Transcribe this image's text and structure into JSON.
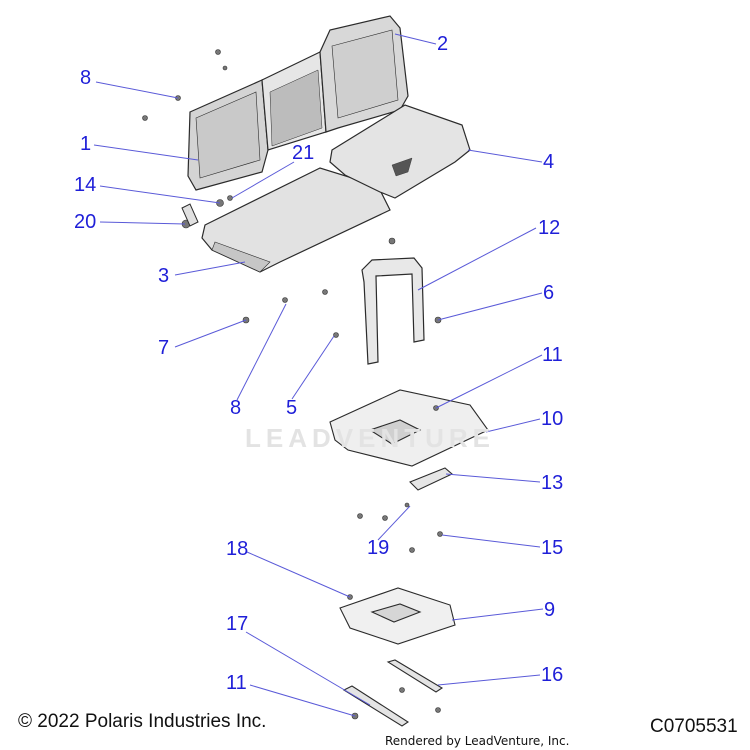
{
  "callouts": [
    {
      "id": "8a",
      "label": "8"
    },
    {
      "id": "2",
      "label": "2"
    },
    {
      "id": "1",
      "label": "1"
    },
    {
      "id": "21",
      "label": "21"
    },
    {
      "id": "4",
      "label": "4"
    },
    {
      "id": "14",
      "label": "14"
    },
    {
      "id": "20",
      "label": "20"
    },
    {
      "id": "12",
      "label": "12"
    },
    {
      "id": "3",
      "label": "3"
    },
    {
      "id": "6",
      "label": "6"
    },
    {
      "id": "7",
      "label": "7"
    },
    {
      "id": "11a",
      "label": "11"
    },
    {
      "id": "8b",
      "label": "8"
    },
    {
      "id": "5",
      "label": "5"
    },
    {
      "id": "10",
      "label": "10"
    },
    {
      "id": "13",
      "label": "13"
    },
    {
      "id": "19",
      "label": "19"
    },
    {
      "id": "15",
      "label": "15"
    },
    {
      "id": "18",
      "label": "18"
    },
    {
      "id": "9",
      "label": "9"
    },
    {
      "id": "17",
      "label": "17"
    },
    {
      "id": "16",
      "label": "16"
    },
    {
      "id": "11b",
      "label": "11"
    }
  ],
  "copyright": "© 2022 Polaris Industries Inc.",
  "figure_id": "C0705531",
  "rendered_by": "Rendered by LeadVenture, Inc.",
  "watermark": "LEADVENTURE",
  "colors": {
    "callout_text": "#1f1fd8",
    "leader_line": "#5a5ad8",
    "part_outline": "#2b2b2b",
    "seat_fill": "#dcdcdc"
  }
}
